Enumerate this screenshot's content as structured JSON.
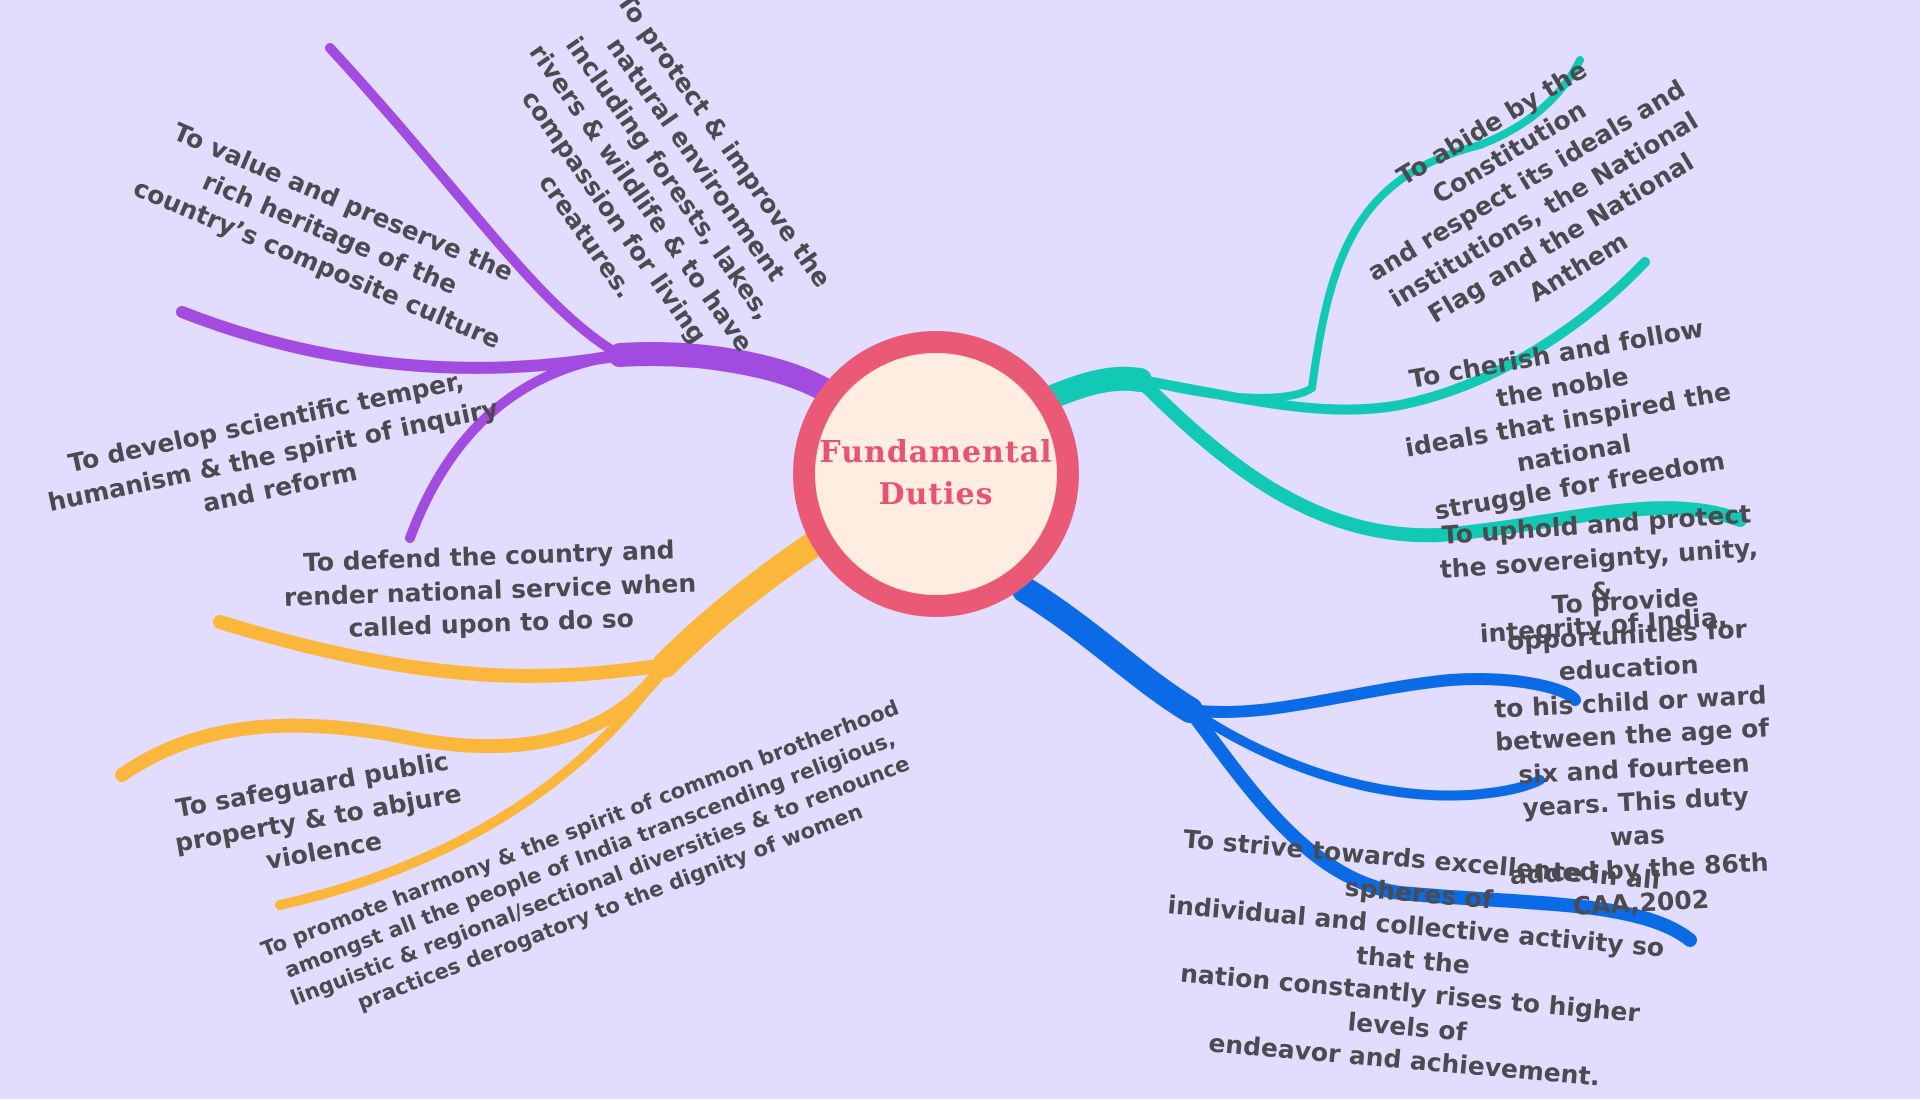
{
  "colors": {
    "background": "#e2dcfe",
    "center_fill": "#ffede2",
    "center_ring": "#ea5a76",
    "center_text": "#e8546f",
    "text": "#4b4b4f",
    "branch_purple": "#a24be0",
    "branch_teal": "#12c9b5",
    "branch_orange": "#fbb73c",
    "branch_blue": "#0b6be6"
  },
  "center": {
    "title": "Fundamental\nDuties"
  },
  "duties": {
    "constitution": "To abide by the Constitution\nand respect its ideals and\ninstitutions, the National\nFlag and the National\nAnthem",
    "freedom_ideals": "To cherish and follow the noble\nideals that inspired the national\nstruggle for freedom",
    "sovereignty": "To uphold and protect\nthe sovereignty, unity, &\nintegrity of India.",
    "education": "To provide opportunities for education\nto his child or ward between the age of\nsix and fourteen years. This duty was\nadded by the 86th CAA,2002",
    "excellence": "To strive towards excellence in all spheres of\nindividual and collective activity so that the\nnation constantly rises to higher levels of\nendeavor and achievement.",
    "harmony": "To promote harmony & the spirit of common brotherhood\namongst all the people of India transcending religious,\nlinguistic & regional/sectional diversities & to renounce\npractices derogatory to the dignity of women",
    "public_property": "To safeguard public\nproperty & to abjure\nviolence",
    "defend_country": "To defend the country and\nrender national service when\ncalled upon to do so",
    "scientific_temper": "To develop scientific temper,\nhumanism & the spirit of inquiry\nand reform",
    "heritage": "To value and preserve the\nrich heritage of the\ncountry’s composite culture",
    "environment": "To protect & improve the\nnatural environment\nincluding forests, lakes,\nrivers & wildlife & to have\ncompassion for living\ncreatures."
  }
}
